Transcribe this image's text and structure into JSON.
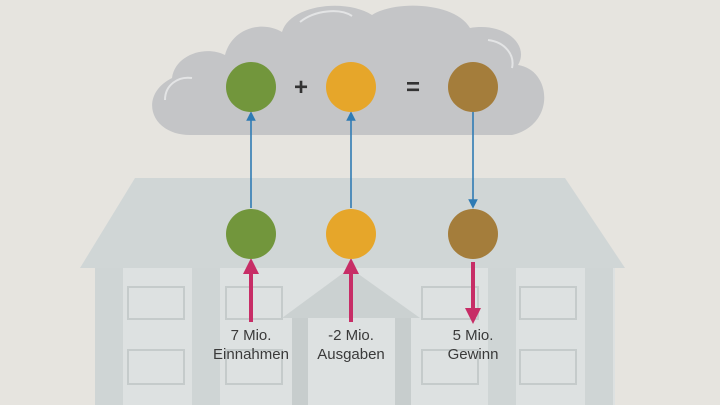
{
  "operators": {
    "plus": "+",
    "equals": "="
  },
  "items": [
    {
      "id": "income",
      "value": "7 Mio.",
      "name": "Einnahmen",
      "color": "#72963c"
    },
    {
      "id": "expenses",
      "value": "-2 Mio.",
      "name": "Ausgaben",
      "color": "#e6a62a"
    },
    {
      "id": "profit",
      "value": "5 Mio.",
      "name": "Gewinn",
      "color": "#a47d3b"
    }
  ],
  "colors": {
    "background": "#e6e4df",
    "cloud": "#c4c5c7",
    "building": "#d6dbdb",
    "roof": "#d0d6d6",
    "blue_arrow": "#2f7bb4",
    "pink_arrow": "#c72d66",
    "operator_text": "#333333"
  }
}
